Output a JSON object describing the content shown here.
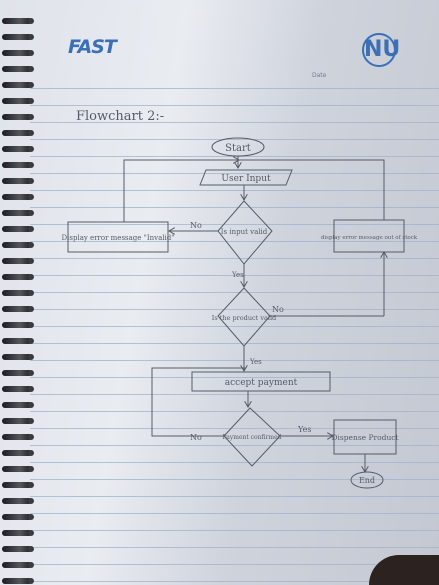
{
  "header": {
    "brand_left": "FAST",
    "brand_right": "NU",
    "date_label": "Date"
  },
  "title": "Flowchart 2:-",
  "flowchart": {
    "start": "Start",
    "input": "User Input",
    "decision1": "Is input valid",
    "decision2": "Is the product valid",
    "process_accept": "accept payment",
    "decision3": "Payment confirmed",
    "error_invalid": "Display error message \"Invalid\"",
    "error_stock": "display error message out of stock",
    "dispense": "Dispense Product",
    "end": "End",
    "label_no_1": "No",
    "label_yes_1": "Yes",
    "label_no_2": "No",
    "label_yes_2": "Yes",
    "label_no_3": "No",
    "label_yes_3": "Yes"
  },
  "colors": {
    "ink": "#555c68",
    "rule": "#9db3cc",
    "brand": "#3b6fb6"
  }
}
